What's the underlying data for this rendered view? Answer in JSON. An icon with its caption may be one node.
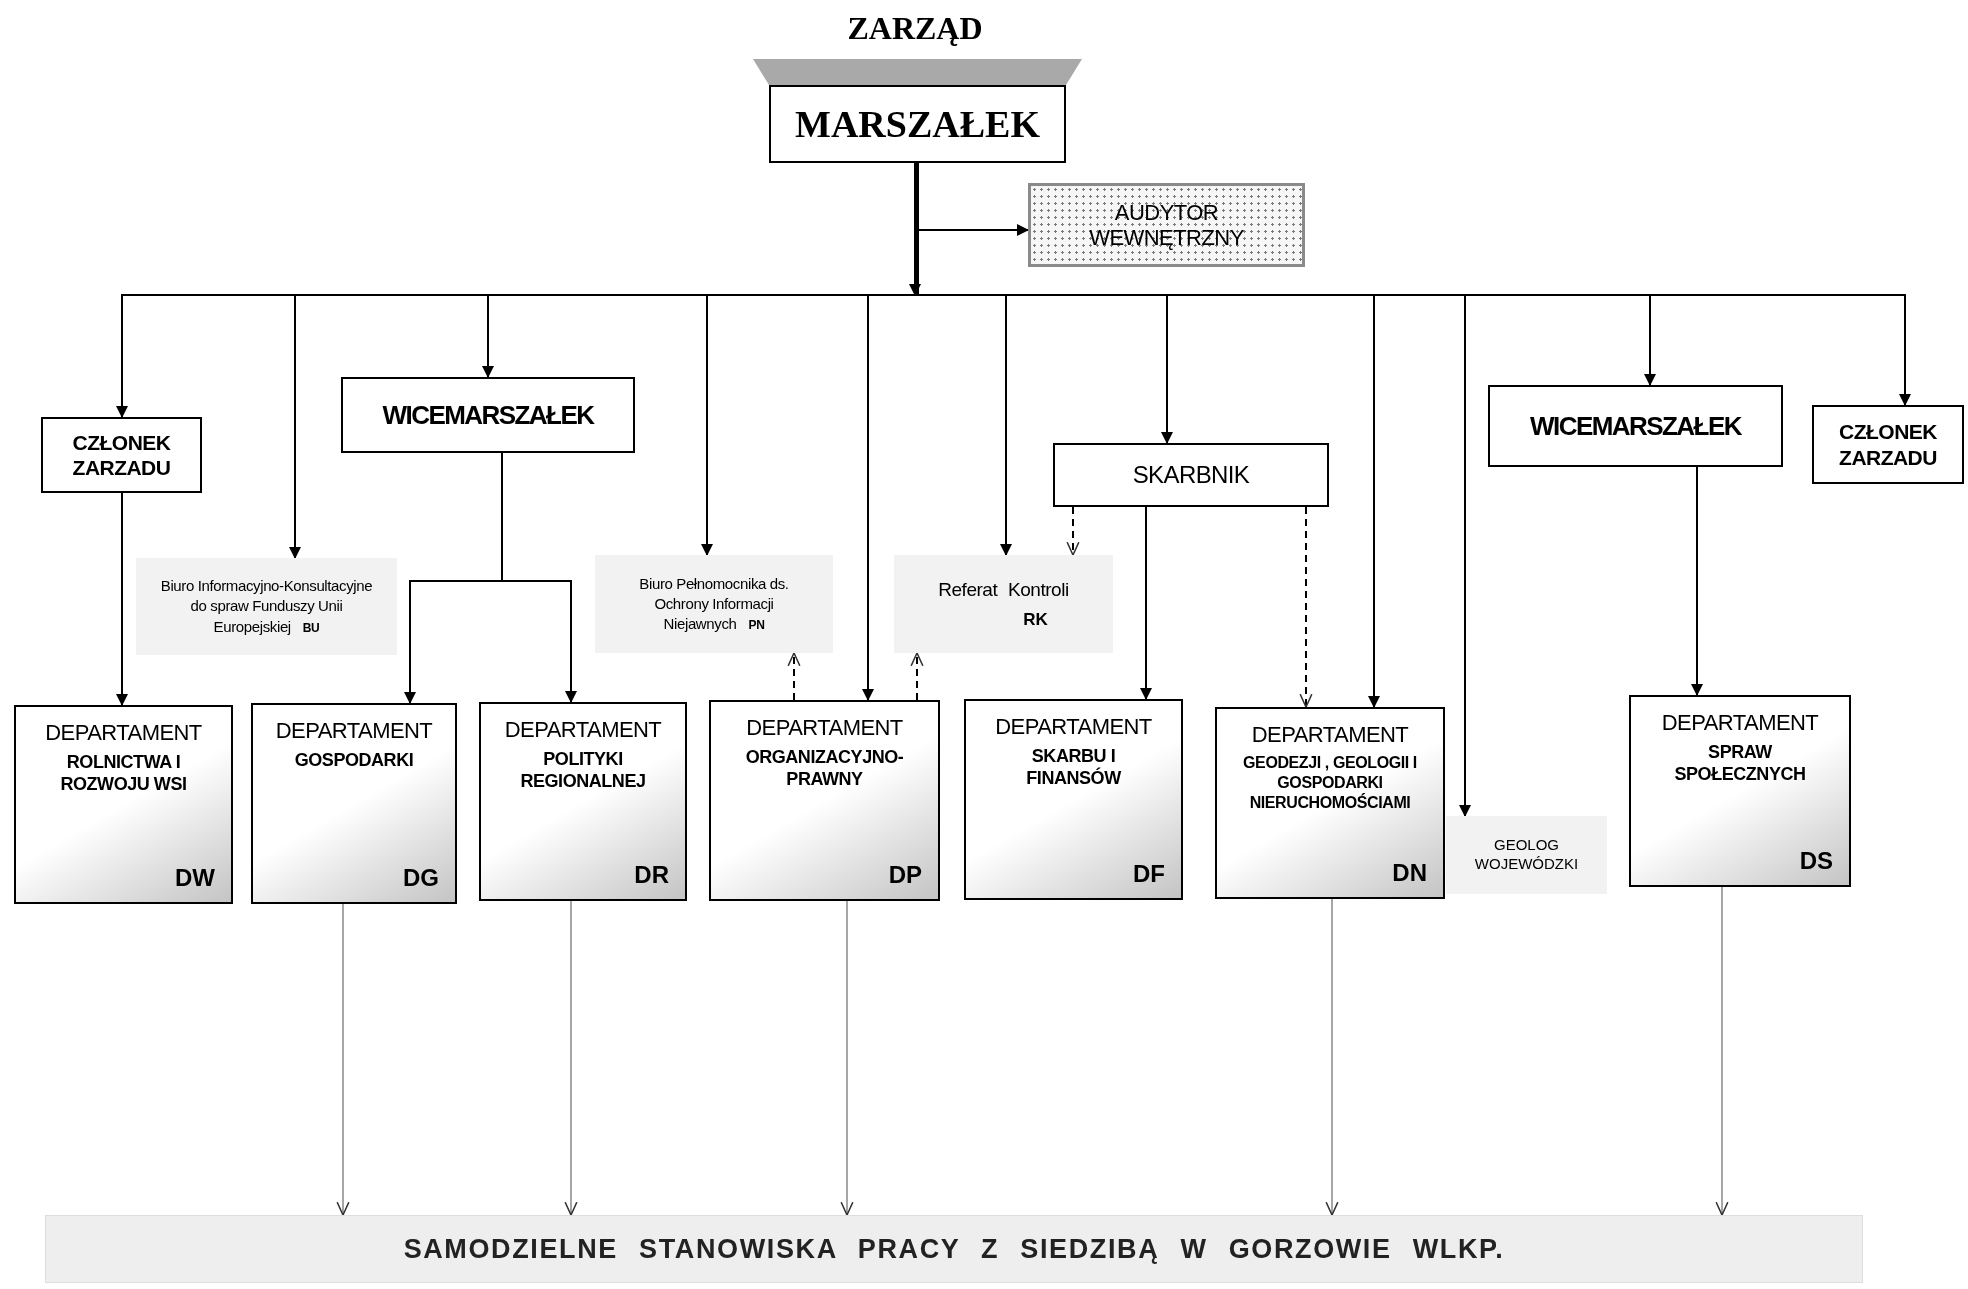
{
  "diagram": {
    "title": "ZARZĄD",
    "nodes": [
      {
        "text": [
          "MARSZAŁEK"
        ]
      },
      {
        "text": [
          "AUDYTOR WEWNĘTRZNY"
        ]
      },
      {
        "text": [
          "CZŁONEK ZARZADU"
        ]
      },
      {
        "text": [
          "Biuro Informacyjno-Konsultacyjne do spraw Funduszy Unii Europejskiej",
          "BU"
        ]
      },
      {
        "text": [
          "WICEMARSZAŁEK"
        ]
      },
      {
        "text": [
          "Biuro Pełnomocnika ds. Ochrony Informacji Niejawnych",
          "PN"
        ]
      },
      {
        "text": [
          "Referat Kontroli",
          "RK"
        ]
      },
      {
        "text": [
          "SKARBNIK"
        ]
      },
      {
        "text": [
          "WICEMARSZAŁEK"
        ]
      },
      {
        "text": [
          "CZŁONEK ZARZADU"
        ]
      },
      {
        "text": [
          "DEPARTAMENT",
          "ROLNICTWA I ROZWOJU WSI",
          "DW"
        ]
      },
      {
        "text": [
          "DEPARTAMENT",
          "GOSPODARKI",
          "DG"
        ]
      },
      {
        "text": [
          "DEPARTAMENT",
          "POLITYKI REGIONALNEJ",
          "DR"
        ]
      },
      {
        "text": [
          "DEPARTAMENT",
          "ORGANIZACYJNO-PRAWNY",
          "DP"
        ]
      },
      {
        "text": [
          "DEPARTAMENT",
          "SKARBU I FINANSÓW",
          "DF"
        ]
      },
      {
        "text": [
          "DEPARTAMENT",
          "GEODEZJI , GEOLOGII I GOSPODARKI NIERUCHOMOŚCIAMI",
          "DN"
        ]
      },
      {
        "text": [
          "GEOLOG WOJEWÓDZKI"
        ]
      },
      {
        "text": [
          "DEPARTAMENT",
          "SPRAW SPOŁECZNYCH",
          "DS"
        ]
      },
      {
        "text": [
          "SAMODZIELNE STANOWISKA PRACY Z SIEDZIBĄ W GORZOWIE WLKP."
        ]
      }
    ],
    "edges": [
      {
        "from": 0,
        "to": 1,
        "arrow": "to"
      },
      {
        "from": 0,
        "to": 2,
        "arrow": "to"
      },
      {
        "from": 0,
        "to": 3,
        "arrow": "to"
      },
      {
        "from": 0,
        "to": 4,
        "arrow": "to"
      },
      {
        "from": 0,
        "to": 5,
        "arrow": "to"
      },
      {
        "from": 0,
        "to": 13,
        "arrow": "to"
      },
      {
        "from": 0,
        "to": 6,
        "arrow": "to"
      },
      {
        "from": 0,
        "to": 7,
        "arrow": "to"
      },
      {
        "from": 0,
        "to": 15,
        "arrow": "to"
      },
      {
        "from": 0,
        "to": 16,
        "arrow": "to"
      },
      {
        "from": 0,
        "to": 8,
        "arrow": "to"
      },
      {
        "from": 0,
        "to": 9,
        "arrow": "to"
      },
      {
        "from": 2,
        "to": 10,
        "arrow": "to"
      },
      {
        "from": 4,
        "to": 11,
        "arrow": "to"
      },
      {
        "from": 4,
        "to": 12,
        "arrow": "to"
      },
      {
        "from": 13,
        "to": 5,
        "arrow": "to",
        "style": "dashed"
      },
      {
        "from": 13,
        "to": 6,
        "arrow": "to",
        "style": "dashed"
      },
      {
        "from": 7,
        "to": 6,
        "arrow": "to",
        "style": "dashed"
      },
      {
        "from": 7,
        "to": 14,
        "arrow": "to"
      },
      {
        "from": 7,
        "to": 15,
        "arrow": "to",
        "style": "dashed"
      },
      {
        "from": 8,
        "to": 17,
        "arrow": "to"
      },
      {
        "from": 11,
        "to": 18,
        "arrow": "to",
        "color": "#6b6b6b"
      },
      {
        "from": 12,
        "to": 18,
        "arrow": "to",
        "color": "#6b6b6b"
      },
      {
        "from": 13,
        "to": 18,
        "arrow": "to",
        "color": "#6b6b6b"
      },
      {
        "from": 15,
        "to": 18,
        "arrow": "to",
        "color": "#6b6b6b"
      },
      {
        "from": 17,
        "to": 18,
        "arrow": "to",
        "color": "#6b6b6b"
      }
    ]
  }
}
